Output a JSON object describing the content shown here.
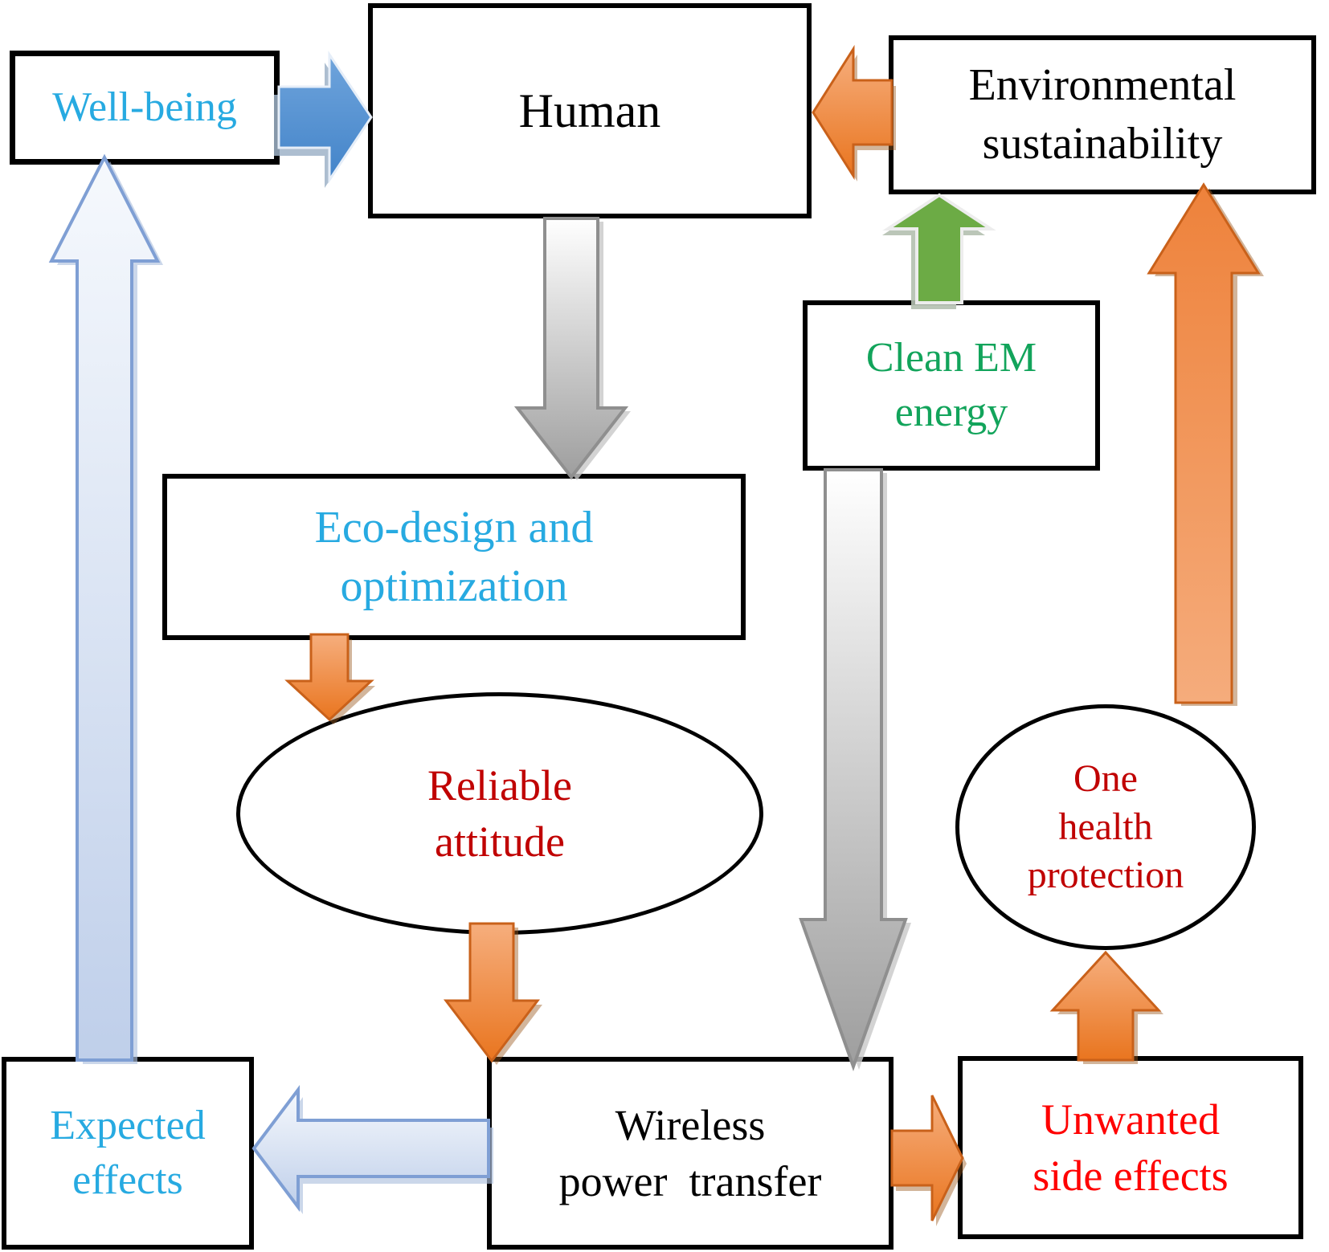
{
  "diagram": {
    "nodes": {
      "well_being": {
        "label": "Well-being",
        "shape": "rect",
        "text_color": "#27AAE1"
      },
      "human": {
        "label": "Human",
        "shape": "rect",
        "text_color": "#000000"
      },
      "environmental_sustainability": {
        "label": "Environmental\nsustainability",
        "shape": "rect",
        "text_color": "#000000"
      },
      "clean_em_energy": {
        "label": "Clean EM\nenergy",
        "shape": "rect",
        "text_color": "#12A45B"
      },
      "eco_design_and_optimization": {
        "label": "Eco-design and\noptimization",
        "shape": "rect",
        "text_color": "#27AAE1"
      },
      "reliable_attitude": {
        "label": "Reliable\nattitude",
        "shape": "ellipse",
        "text_color": "#C00000"
      },
      "expected_effects": {
        "label": "Expected\neffects",
        "shape": "rect",
        "text_color": "#27AAE1"
      },
      "wireless_power_transfer": {
        "label": "Wireless\npower  transfer",
        "shape": "rect",
        "text_color": "#000000"
      },
      "unwanted_side_effects": {
        "label": "Unwanted\nside effects",
        "shape": "rect",
        "text_color": "#FF0000"
      },
      "one_health_protection": {
        "label": "One\nhealth\nprotection",
        "shape": "ellipse",
        "text_color": "#C00000"
      }
    },
    "edges": [
      {
        "from": "well_being",
        "to": "human",
        "style": "blue"
      },
      {
        "from": "environmental_sustainability",
        "to": "human",
        "style": "orange"
      },
      {
        "from": "human",
        "to": "eco_design_and_optimization",
        "style": "gray"
      },
      {
        "from": "eco_design_and_optimization",
        "to": "reliable_attitude",
        "style": "orange"
      },
      {
        "from": "reliable_attitude",
        "to": "wireless_power_transfer",
        "style": "orange"
      },
      {
        "from": "clean_em_energy",
        "to": "environmental_sustainability",
        "style": "green"
      },
      {
        "from": "clean_em_energy",
        "to": "wireless_power_transfer",
        "style": "gray"
      },
      {
        "from": "wireless_power_transfer",
        "to": "expected_effects",
        "style": "light-blue"
      },
      {
        "from": "wireless_power_transfer",
        "to": "unwanted_side_effects",
        "style": "orange"
      },
      {
        "from": "unwanted_side_effects",
        "to": "one_health_protection",
        "style": "orange"
      },
      {
        "from": "one_health_protection",
        "to": "environmental_sustainability",
        "style": "orange"
      },
      {
        "from": "expected_effects",
        "to": "well_being",
        "style": "light-blue"
      }
    ],
    "palette": {
      "background": "#FFFFFF",
      "box_border": "#000000",
      "blue_arrow": "#4E8FD0",
      "light_blue_arrow_fill": "#C3D2EC",
      "light_blue_arrow_border": "#7F9FD4",
      "orange_arrow": "#ED7D31",
      "orange_arrow_border": "#C9611A",
      "green_arrow": "#6CAB45",
      "gray_arrow": "#A6A6A6",
      "cyan_text": "#27AAE1",
      "green_text": "#12A45B",
      "dark_red_text": "#C00000",
      "red_text": "#FF0000",
      "black_text": "#000000"
    }
  }
}
